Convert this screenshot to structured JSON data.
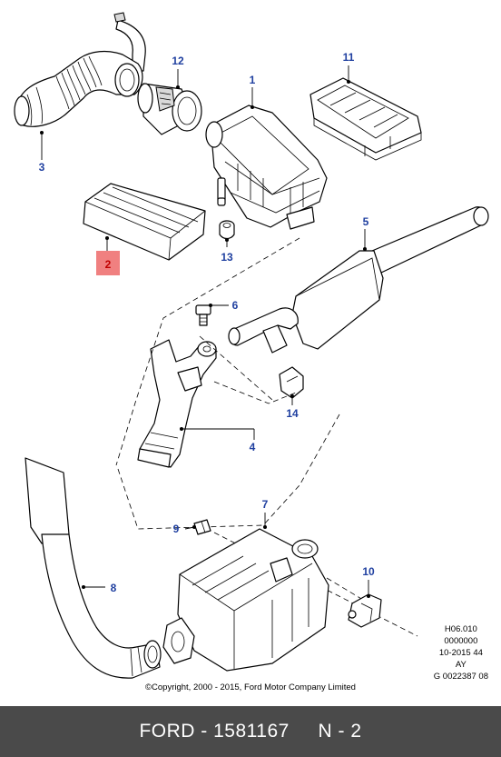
{
  "colors": {
    "callout_text": "#2040a0",
    "highlight_bg": "#f08080",
    "highlight_text": "#c00000",
    "footer_bg": "#4a4a4a",
    "footer_text": "#ffffff"
  },
  "callouts": [
    "1",
    "2",
    "3",
    "4",
    "5",
    "6",
    "7",
    "8",
    "9",
    "10",
    "11",
    "12",
    "13",
    "14"
  ],
  "highlighted_callout": "2",
  "reference": {
    "line1": "H06.010",
    "line2": "0000000",
    "line3": "10-2015 44",
    "line4": "AY",
    "line5": "G 0022387 08"
  },
  "copyright": "©Copyright, 2000 - 2015, Ford Motor Company Limited",
  "footer": {
    "brand": "FORD",
    "sep1": " - ",
    "part_number": "1581167",
    "gap": "     ",
    "position": "N - 2"
  }
}
